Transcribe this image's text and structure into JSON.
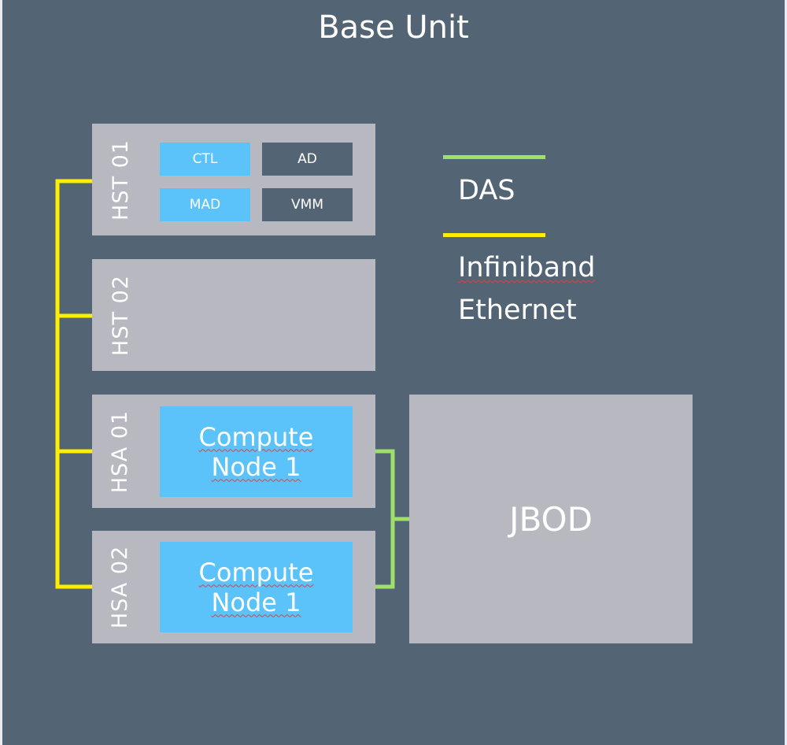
{
  "title": "Base Unit",
  "servers": {
    "hst01": {
      "label": "HST 01",
      "vms": [
        "CTL",
        "AD",
        "MAD",
        "VMM"
      ]
    },
    "hst02": {
      "label": "HST 02"
    },
    "hsa01": {
      "label": "HSA 01",
      "node_line1": "Compute",
      "node_line2": "Node 1"
    },
    "hsa02": {
      "label": "HSA 02",
      "node_line1": "Compute",
      "node_line2": "Node 1"
    }
  },
  "jbod": "JBOD",
  "legend": {
    "das": {
      "label": "DAS",
      "color": "#9ee06a"
    },
    "network": {
      "line1": "Infiniband",
      "line2": "Ethernet",
      "color": "#ffee00"
    }
  },
  "colors": {
    "background": "#536474",
    "server": "#b8b8c0",
    "vm_highlight": "#5bc3fa",
    "vm_dark": "#536474"
  }
}
